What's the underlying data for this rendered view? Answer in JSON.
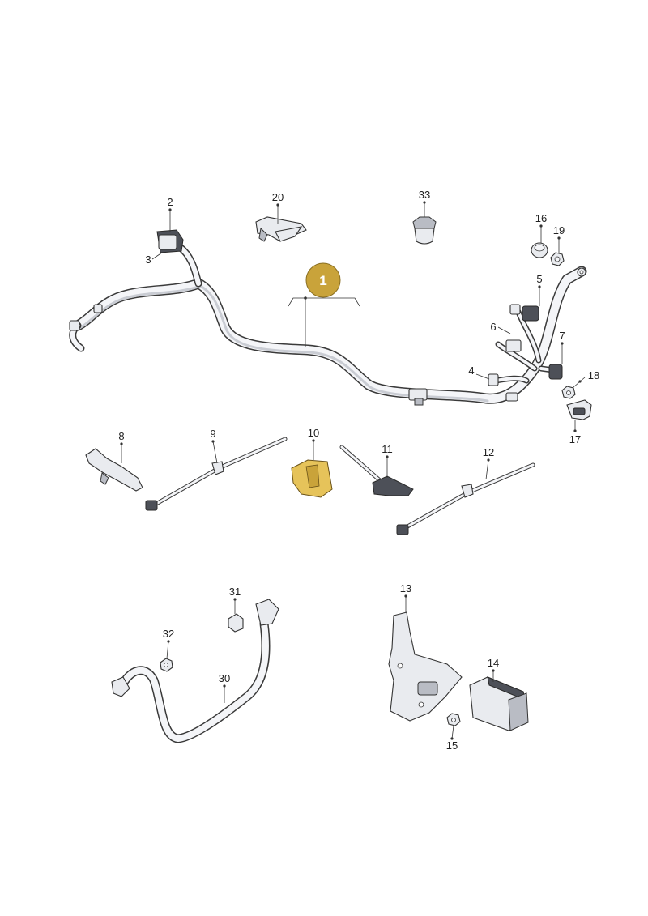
{
  "diagram": {
    "main_callout": "1",
    "main_callout_color": "#c9a33a",
    "callouts": {
      "c2": "2",
      "c3": "3",
      "c4": "4",
      "c5": "5",
      "c6": "6",
      "c7": "7",
      "c8": "8",
      "c9": "9",
      "c10": "10",
      "c11": "11",
      "c12": "12",
      "c13": "13",
      "c14": "14",
      "c15": "15",
      "c16": "16",
      "c17": "17",
      "c18": "18",
      "c19": "19",
      "c20": "20",
      "c30": "30",
      "c31": "31",
      "c32": "32",
      "c33": "33"
    },
    "highlight_part_color": "#e6c35a"
  }
}
